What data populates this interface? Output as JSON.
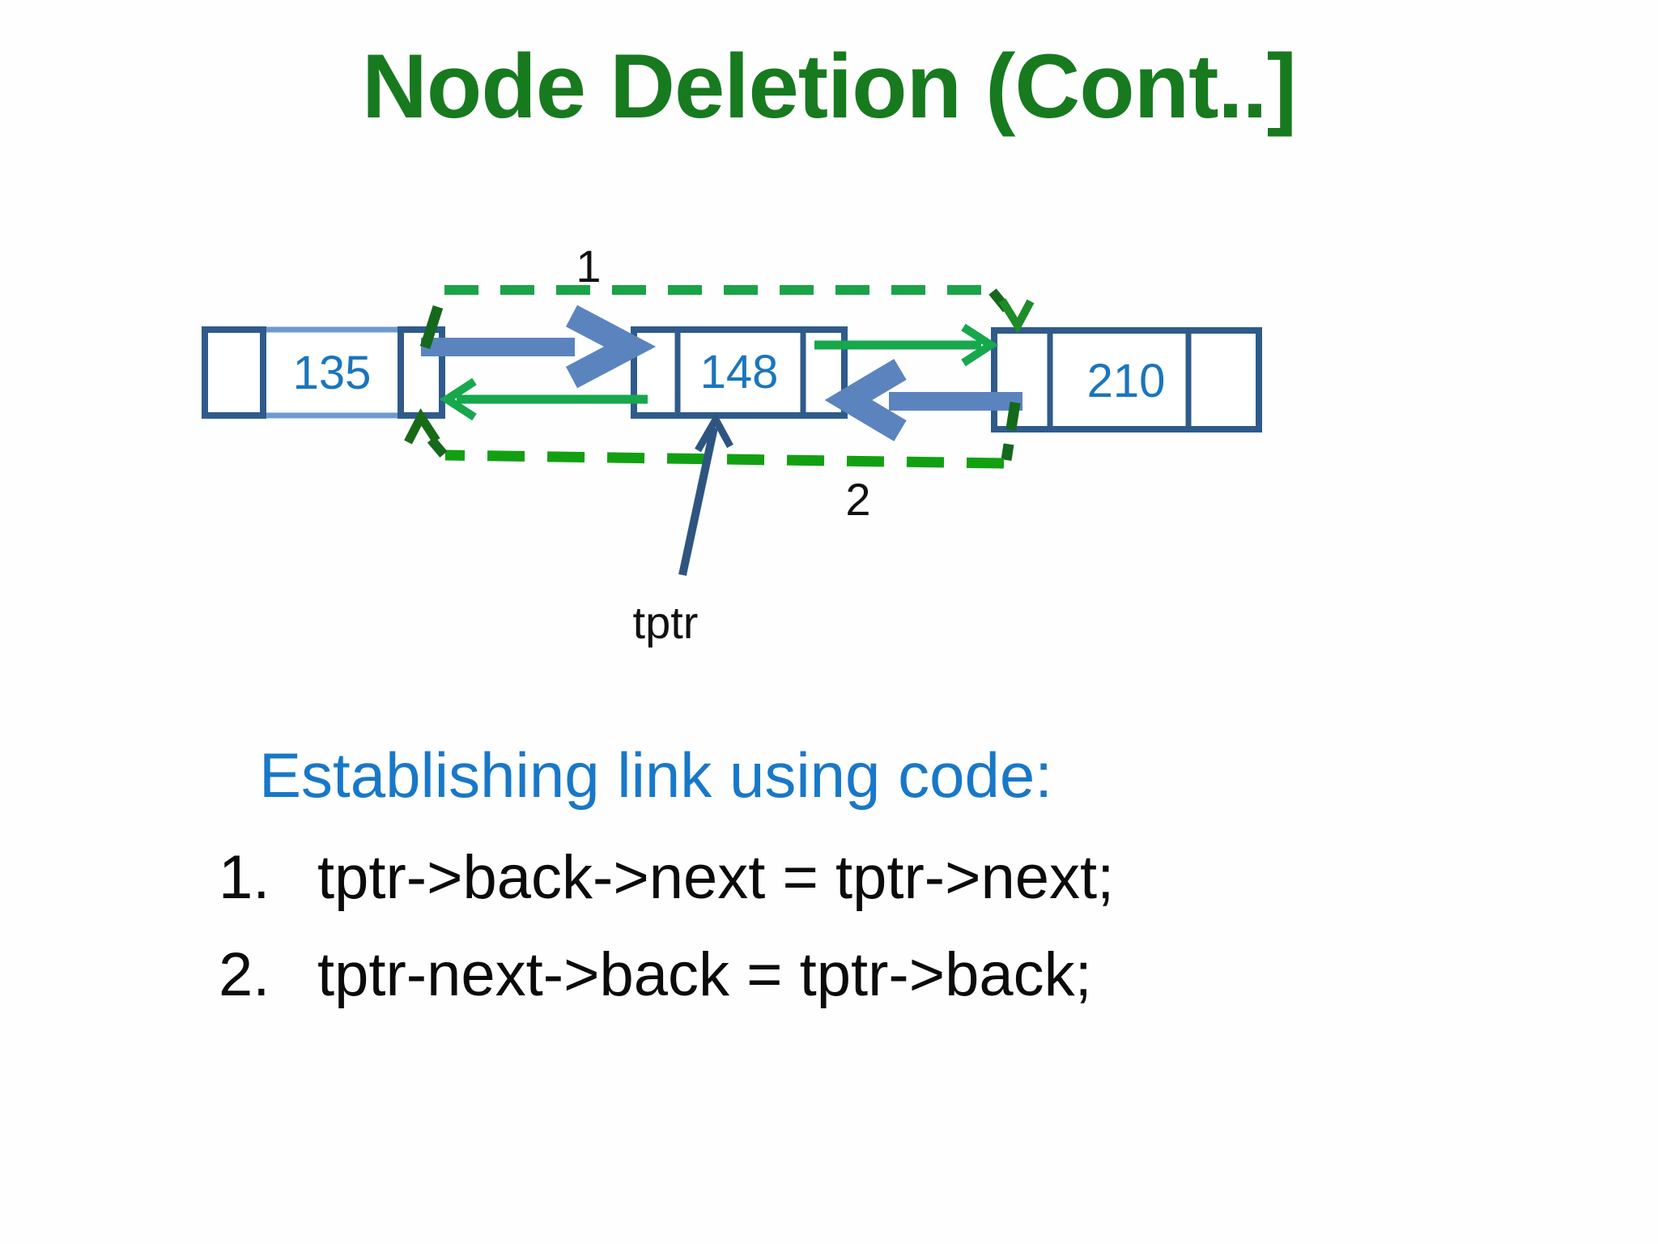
{
  "slide": {
    "title": "Node Deletion (Cont..]"
  },
  "diagram": {
    "nodes": [
      {
        "value": "135"
      },
      {
        "value": "148"
      },
      {
        "value": "210"
      }
    ],
    "labels": {
      "step1": "1",
      "step2": "2",
      "pointer": "tptr"
    },
    "colors": {
      "title_green": "#177a1f",
      "node_border": "#2f5b8b",
      "node_border_light": "#6e9ad0",
      "node_value_text": "#1b75bc",
      "thick_arrow_blue": "#5b84bf",
      "solid_arrow_green": "#17a74c",
      "dashed_green_step1": "#1ba348",
      "dashed_green_step2": "#12a012",
      "dark_green_connector": "#14691c",
      "tptr_arrow_navy": "#2e5580",
      "label_text": "#111111"
    }
  },
  "body": {
    "heading": "Establishing link using code:",
    "heading_color": "#1878c8",
    "items": [
      {
        "number": "1.",
        "code": "tptr->back->next = tptr->next;"
      },
      {
        "number": "2.",
        "code": "tptr-next->back = tptr->back;"
      }
    ]
  }
}
